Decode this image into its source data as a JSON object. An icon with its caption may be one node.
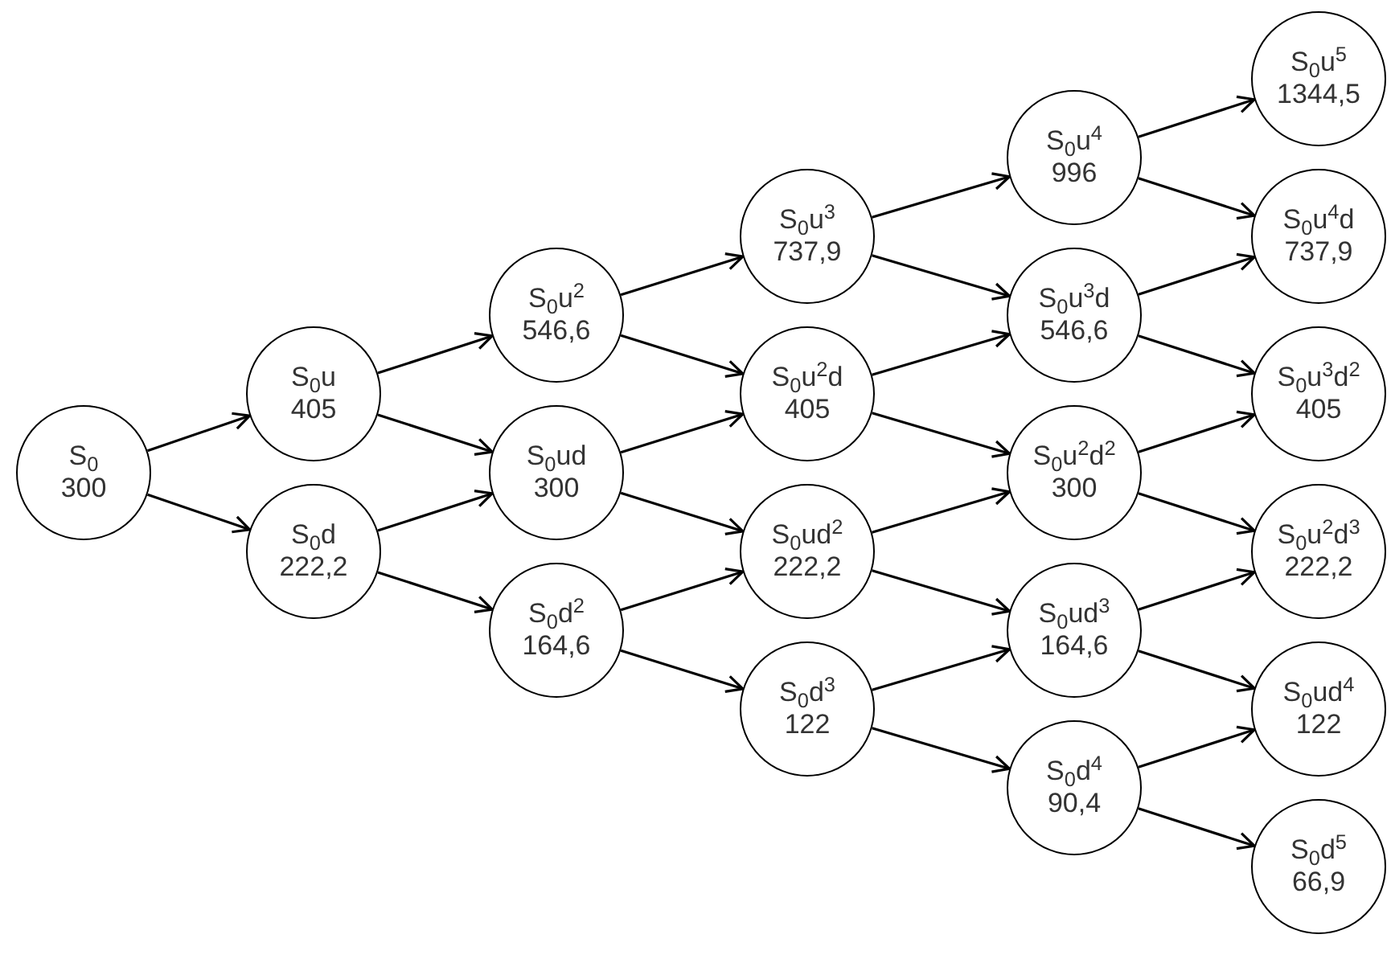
{
  "diagram": {
    "nodes": [
      {
        "text": [
          "S$_{0}$",
          "300"
        ]
      },
      {
        "text": [
          "S$_{0}$u",
          "405"
        ]
      },
      {
        "text": [
          "S$_{0}$d",
          "222,2"
        ]
      },
      {
        "text": [
          "S$_{0}$u$^{2}$",
          "546,6"
        ]
      },
      {
        "text": [
          "S$_{0}$ud",
          "300"
        ]
      },
      {
        "text": [
          "S$_{0}$d$^{2}$",
          "164,6"
        ]
      },
      {
        "text": [
          "S$_{0}$u$^{3}$",
          "737,9"
        ]
      },
      {
        "text": [
          "S$_{0}$u$^{2}$d",
          "405"
        ]
      },
      {
        "text": [
          "S$_{0}$ud$^{2}$",
          "222,2"
        ]
      },
      {
        "text": [
          "S$_{0}$d$^{3}$",
          "122"
        ]
      },
      {
        "text": [
          "S$_{0}$u$^{4}$",
          "996"
        ]
      },
      {
        "text": [
          "S$_{0}$u$^{3}$d",
          "546,6"
        ]
      },
      {
        "text": [
          "S$_{0}$u$^{2}$d$^{2}$",
          "300"
        ]
      },
      {
        "text": [
          "S$_{0}$ud$^{3}$",
          "164,6"
        ]
      },
      {
        "text": [
          "S$_{0}$d$^{4}$",
          "90,4"
        ]
      },
      {
        "text": [
          "S$_{0}$u$^{5}$",
          "1344,5"
        ]
      },
      {
        "text": [
          "S$_{0}$u$^{4}$d",
          "737,9"
        ]
      },
      {
        "text": [
          "S$_{0}$u$^{3}$d$^{2}$",
          "405"
        ]
      },
      {
        "text": [
          "S$_{0}$u$^{2}$d$^{3}$",
          "222,2"
        ]
      },
      {
        "text": [
          "S$_{0}$ud$^{4}$",
          "122"
        ]
      },
      {
        "text": [
          "S$_{0}$d$^{5}$",
          "66,9"
        ]
      }
    ],
    "edges": [
      {
        "from": 0,
        "to": 1,
        "arrow": "to"
      },
      {
        "from": 0,
        "to": 2,
        "arrow": "to"
      },
      {
        "from": 1,
        "to": 3,
        "arrow": "to"
      },
      {
        "from": 1,
        "to": 4,
        "arrow": "to"
      },
      {
        "from": 2,
        "to": 4,
        "arrow": "to"
      },
      {
        "from": 2,
        "to": 5,
        "arrow": "to"
      },
      {
        "from": 3,
        "to": 6,
        "arrow": "to"
      },
      {
        "from": 3,
        "to": 7,
        "arrow": "to"
      },
      {
        "from": 4,
        "to": 7,
        "arrow": "to"
      },
      {
        "from": 4,
        "to": 8,
        "arrow": "to"
      },
      {
        "from": 5,
        "to": 8,
        "arrow": "to"
      },
      {
        "from": 5,
        "to": 9,
        "arrow": "to"
      },
      {
        "from": 6,
        "to": 10,
        "arrow": "to"
      },
      {
        "from": 6,
        "to": 11,
        "arrow": "to"
      },
      {
        "from": 7,
        "to": 11,
        "arrow": "to"
      },
      {
        "from": 7,
        "to": 12,
        "arrow": "to"
      },
      {
        "from": 8,
        "to": 12,
        "arrow": "to"
      },
      {
        "from": 8,
        "to": 13,
        "arrow": "to"
      },
      {
        "from": 9,
        "to": 13,
        "arrow": "to"
      },
      {
        "from": 9,
        "to": 14,
        "arrow": "to"
      },
      {
        "from": 10,
        "to": 15,
        "arrow": "to"
      },
      {
        "from": 10,
        "to": 16,
        "arrow": "to"
      },
      {
        "from": 11,
        "to": 16,
        "arrow": "to"
      },
      {
        "from": 11,
        "to": 17,
        "arrow": "to"
      },
      {
        "from": 12,
        "to": 17,
        "arrow": "to"
      },
      {
        "from": 12,
        "to": 18,
        "arrow": "to"
      },
      {
        "from": 13,
        "to": 18,
        "arrow": "to"
      },
      {
        "from": 13,
        "to": 19,
        "arrow": "to"
      },
      {
        "from": 14,
        "to": 19,
        "arrow": "to"
      },
      {
        "from": 14,
        "to": 20,
        "arrow": "to"
      }
    ]
  }
}
